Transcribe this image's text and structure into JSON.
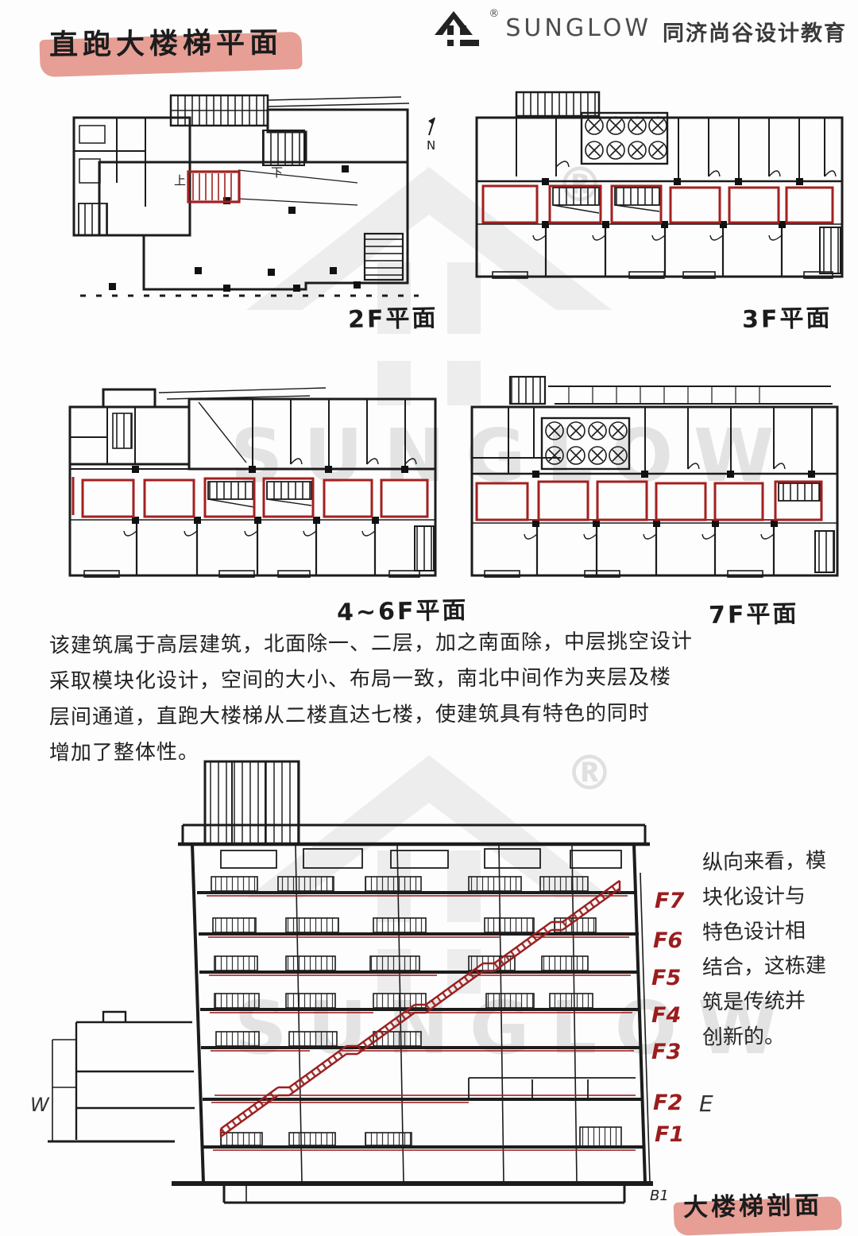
{
  "titles": {
    "main": "直跑大楼梯平面",
    "section": "大楼梯剖面"
  },
  "header": {
    "brand": "SUNGLOW",
    "education": "同济尚谷设计教育",
    "registered": "®"
  },
  "plans": [
    {
      "label": "2F平面"
    },
    {
      "label": "3F平面"
    },
    {
      "label": "4~6F平面"
    },
    {
      "label": "7F平面"
    }
  ],
  "plan_annotations": {
    "up": "上",
    "down": "下",
    "north": "N"
  },
  "paragraph": {
    "lines": [
      "该建筑属于高层建筑，北面除一、二层，加之南面除，中层挑空设计",
      "采取模块化设计，空间的大小、布局一致，南北中间作为夹层及楼",
      "层间通道，直跑大楼梯从二楼直达七楼，使建筑具有特色的同时",
      "增加了整体性。"
    ]
  },
  "side_note": {
    "lines": [
      "纵向来看，模",
      "块化设计与",
      "特色设计相",
      "结合，这栋建",
      "筑是传统并",
      "创新的。"
    ]
  },
  "section_labels": {
    "floors": [
      "F7",
      "F6",
      "F5",
      "F4",
      "F3",
      "F2",
      "F1"
    ],
    "basement": "B1",
    "west": "W",
    "east": "E"
  },
  "watermark": {
    "brand": "SUNGLOW",
    "registered": "®"
  },
  "colors": {
    "ink": "#1c1c1c",
    "red_line": "#a32020",
    "marker_highlight": "#de7d71",
    "floor_label_red": "#9b1d1d",
    "watermark_gray": "#e3e3e3"
  }
}
